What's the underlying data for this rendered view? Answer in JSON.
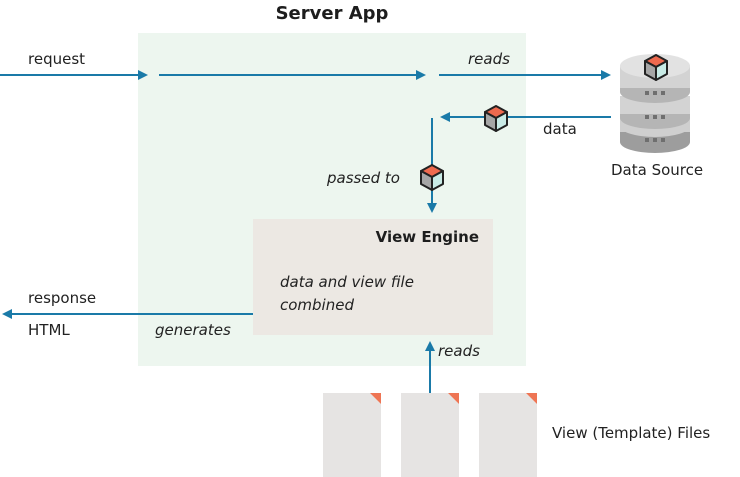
{
  "diagram": {
    "server_app": {
      "title": "Server App"
    },
    "view_engine": {
      "title": "View Engine",
      "description_line1": "data and view file",
      "description_line2": "combined"
    },
    "data_source": {
      "label": "Data Source",
      "icon": "database-icon"
    },
    "template_files": {
      "label": "View (Template) Files",
      "count": 3,
      "icon": "file-icon"
    },
    "edges": {
      "request": "request",
      "reads_db": "reads",
      "data": "data",
      "passed_to": "passed to",
      "reads_files": "reads",
      "generates": "generates",
      "response": "response",
      "html": "HTML"
    },
    "data_icon": "cube-icon",
    "colors": {
      "arrow": "#1a7aa8",
      "server_bg": "#edf6ef",
      "engine_bg": "#ece8e3",
      "cube_top": "#ee6a4f",
      "cube_left": "#a6a6a6",
      "cube_right": "#c9ebe6",
      "file_accent": "#ee7554",
      "db_gray": "#c8c8c8"
    }
  }
}
